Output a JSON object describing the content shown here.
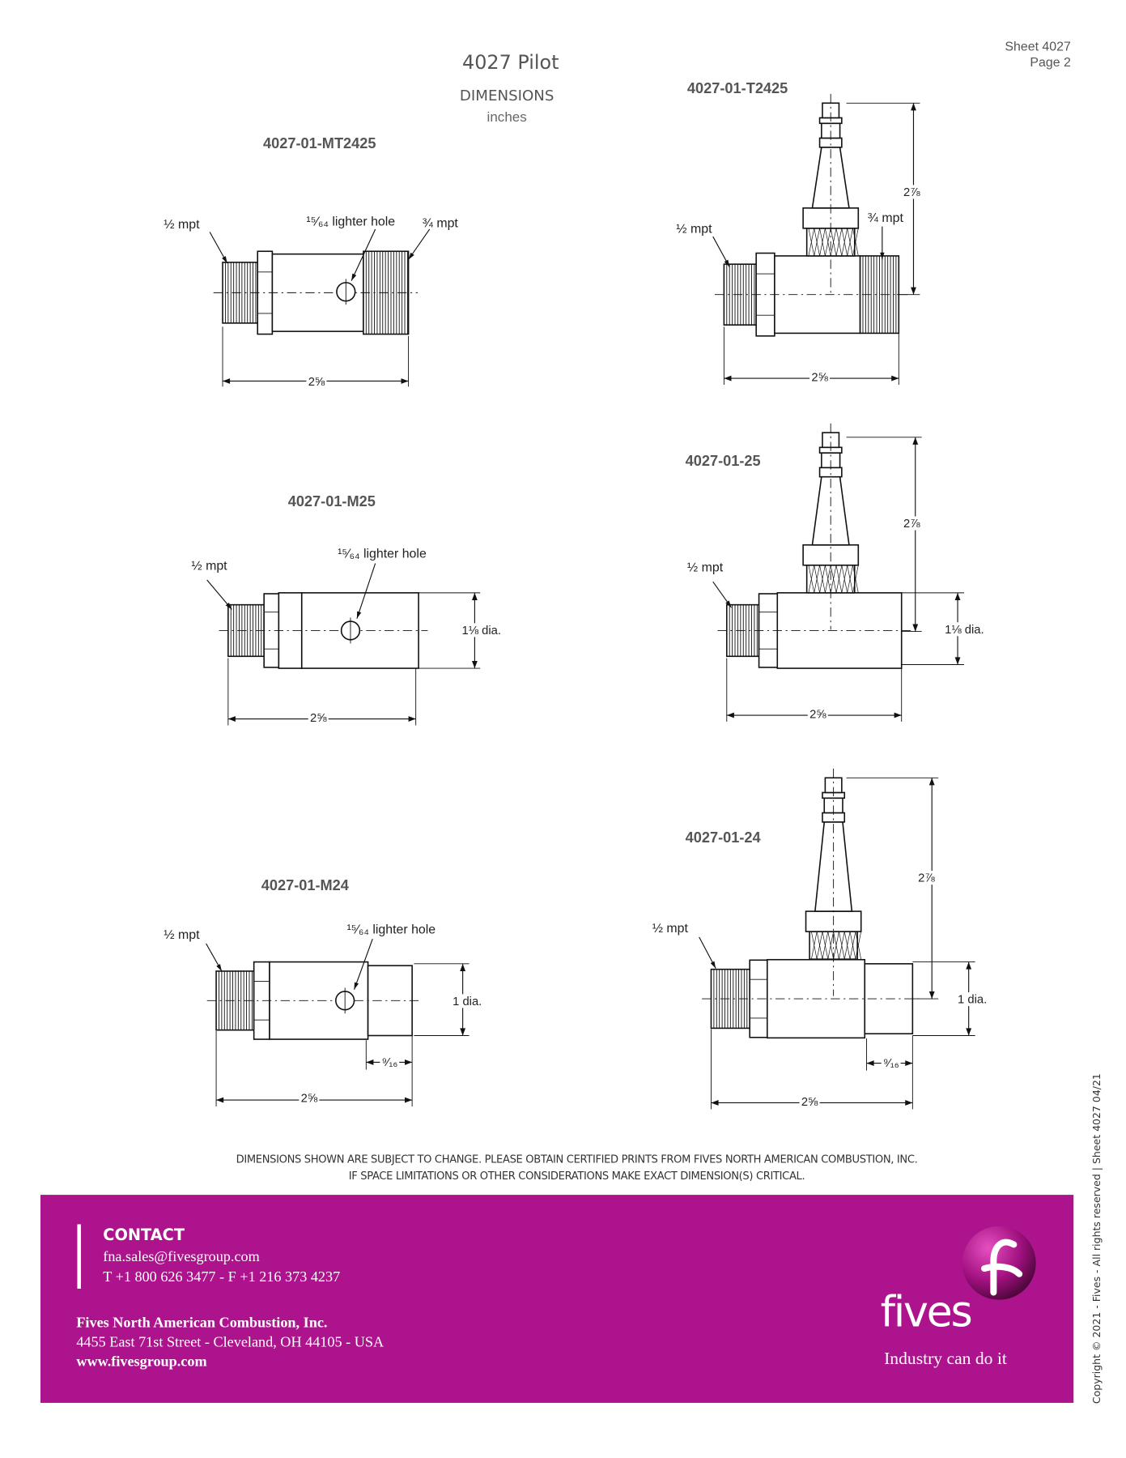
{
  "header": {
    "title": "4027 Pilot",
    "subtitle": "DIMENSIONS",
    "units": "inches",
    "sheet": "Sheet 4027",
    "page": "Page 2"
  },
  "drawings": [
    {
      "model": "4027-01-MT2425",
      "labels": {
        "inlet": "½ mpt",
        "hole": "¹⁵⁄₆₄ lighter hole",
        "outlet": "¾ mpt",
        "length": "2⅝"
      }
    },
    {
      "model": "4027-01-T2425",
      "labels": {
        "inlet": "½ mpt",
        "outlet": "¾ mpt",
        "height": "2⅞",
        "length": "2⅝"
      }
    },
    {
      "model": "4027-01-M25",
      "labels": {
        "inlet": "½ mpt",
        "hole": "¹⁵⁄₆₄ lighter hole",
        "diameter": "1⅛ dia.",
        "length": "2⅝"
      }
    },
    {
      "model": "4027-01-25",
      "labels": {
        "inlet": "½ mpt",
        "height": "2⅞",
        "diameter": "1⅛ dia.",
        "length": "2⅝"
      }
    },
    {
      "model": "4027-01-M24",
      "labels": {
        "inlet": "½ mpt",
        "hole": "¹⁵⁄₆₄ lighter hole",
        "diameter": "1 dia.",
        "tip": "⁹⁄₁₆",
        "length": "2⅝"
      }
    },
    {
      "model": "4027-01-24",
      "labels": {
        "inlet": "½ mpt",
        "height": "2⅞",
        "diameter": "1 dia.",
        "tip": "⁹⁄₁₆",
        "length": "2⅝"
      }
    }
  ],
  "disclaimer": [
    "DIMENSIONS SHOWN ARE SUBJECT TO CHANGE. PLEASE OBTAIN CERTIFIED PRINTS FROM FIVES NORTH AMERICAN COMBUSTION, INC.",
    "IF SPACE LIMITATIONS OR OTHER CONSIDERATIONS MAKE EXACT DIMENSION(S) CRITICAL."
  ],
  "footer": {
    "contact_heading": "CONTACT",
    "email": "fna.sales@fivesgroup.com",
    "phone": "T +1 800 626 3477 - F +1 216 373 4237",
    "company": "Fives North American Combustion, Inc.",
    "address": "4455 East 71st Street - Cleveland, OH 44105 - USA",
    "website": "www.fivesgroup.com",
    "logo_text": "fives",
    "tagline": "Industry can do it",
    "background": "#ac138c"
  },
  "copyright": "Copyright © 2021 - Fives - All rights reserved | Sheet 4027 04/21"
}
